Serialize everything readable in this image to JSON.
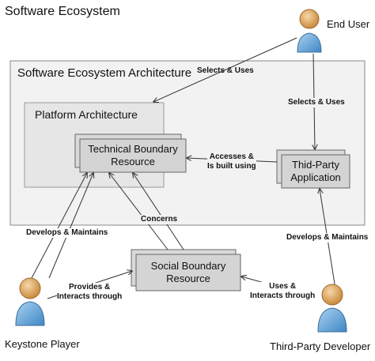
{
  "diagram": {
    "title": "Software Ecosystem",
    "architecture_title": "Software Ecosystem Architecture",
    "platform_title": "Platform Architecture",
    "nodes": {
      "technical_boundary": "Technical Boundary\nResource",
      "third_party_app": "Thid-Party\nApplication",
      "social_boundary": "Social Boundary\nResource"
    },
    "actors": {
      "end_user": "End User",
      "keystone_player": "Keystone Player",
      "third_party_developer": "Third-Party Developer"
    },
    "edges": {
      "selects_uses_platform": "Selects & Uses",
      "selects_uses_app": "Selects & Uses",
      "accesses_built": "Accesses &\nIs built using",
      "concerns": "Concerns",
      "develops_maintains_left": "Develops & Maintains",
      "develops_maintains_right": "Develops & Maintains",
      "provides_interacts": "Provides &\nInteracts through",
      "uses_interacts": "Uses &\nInteracts through"
    }
  }
}
